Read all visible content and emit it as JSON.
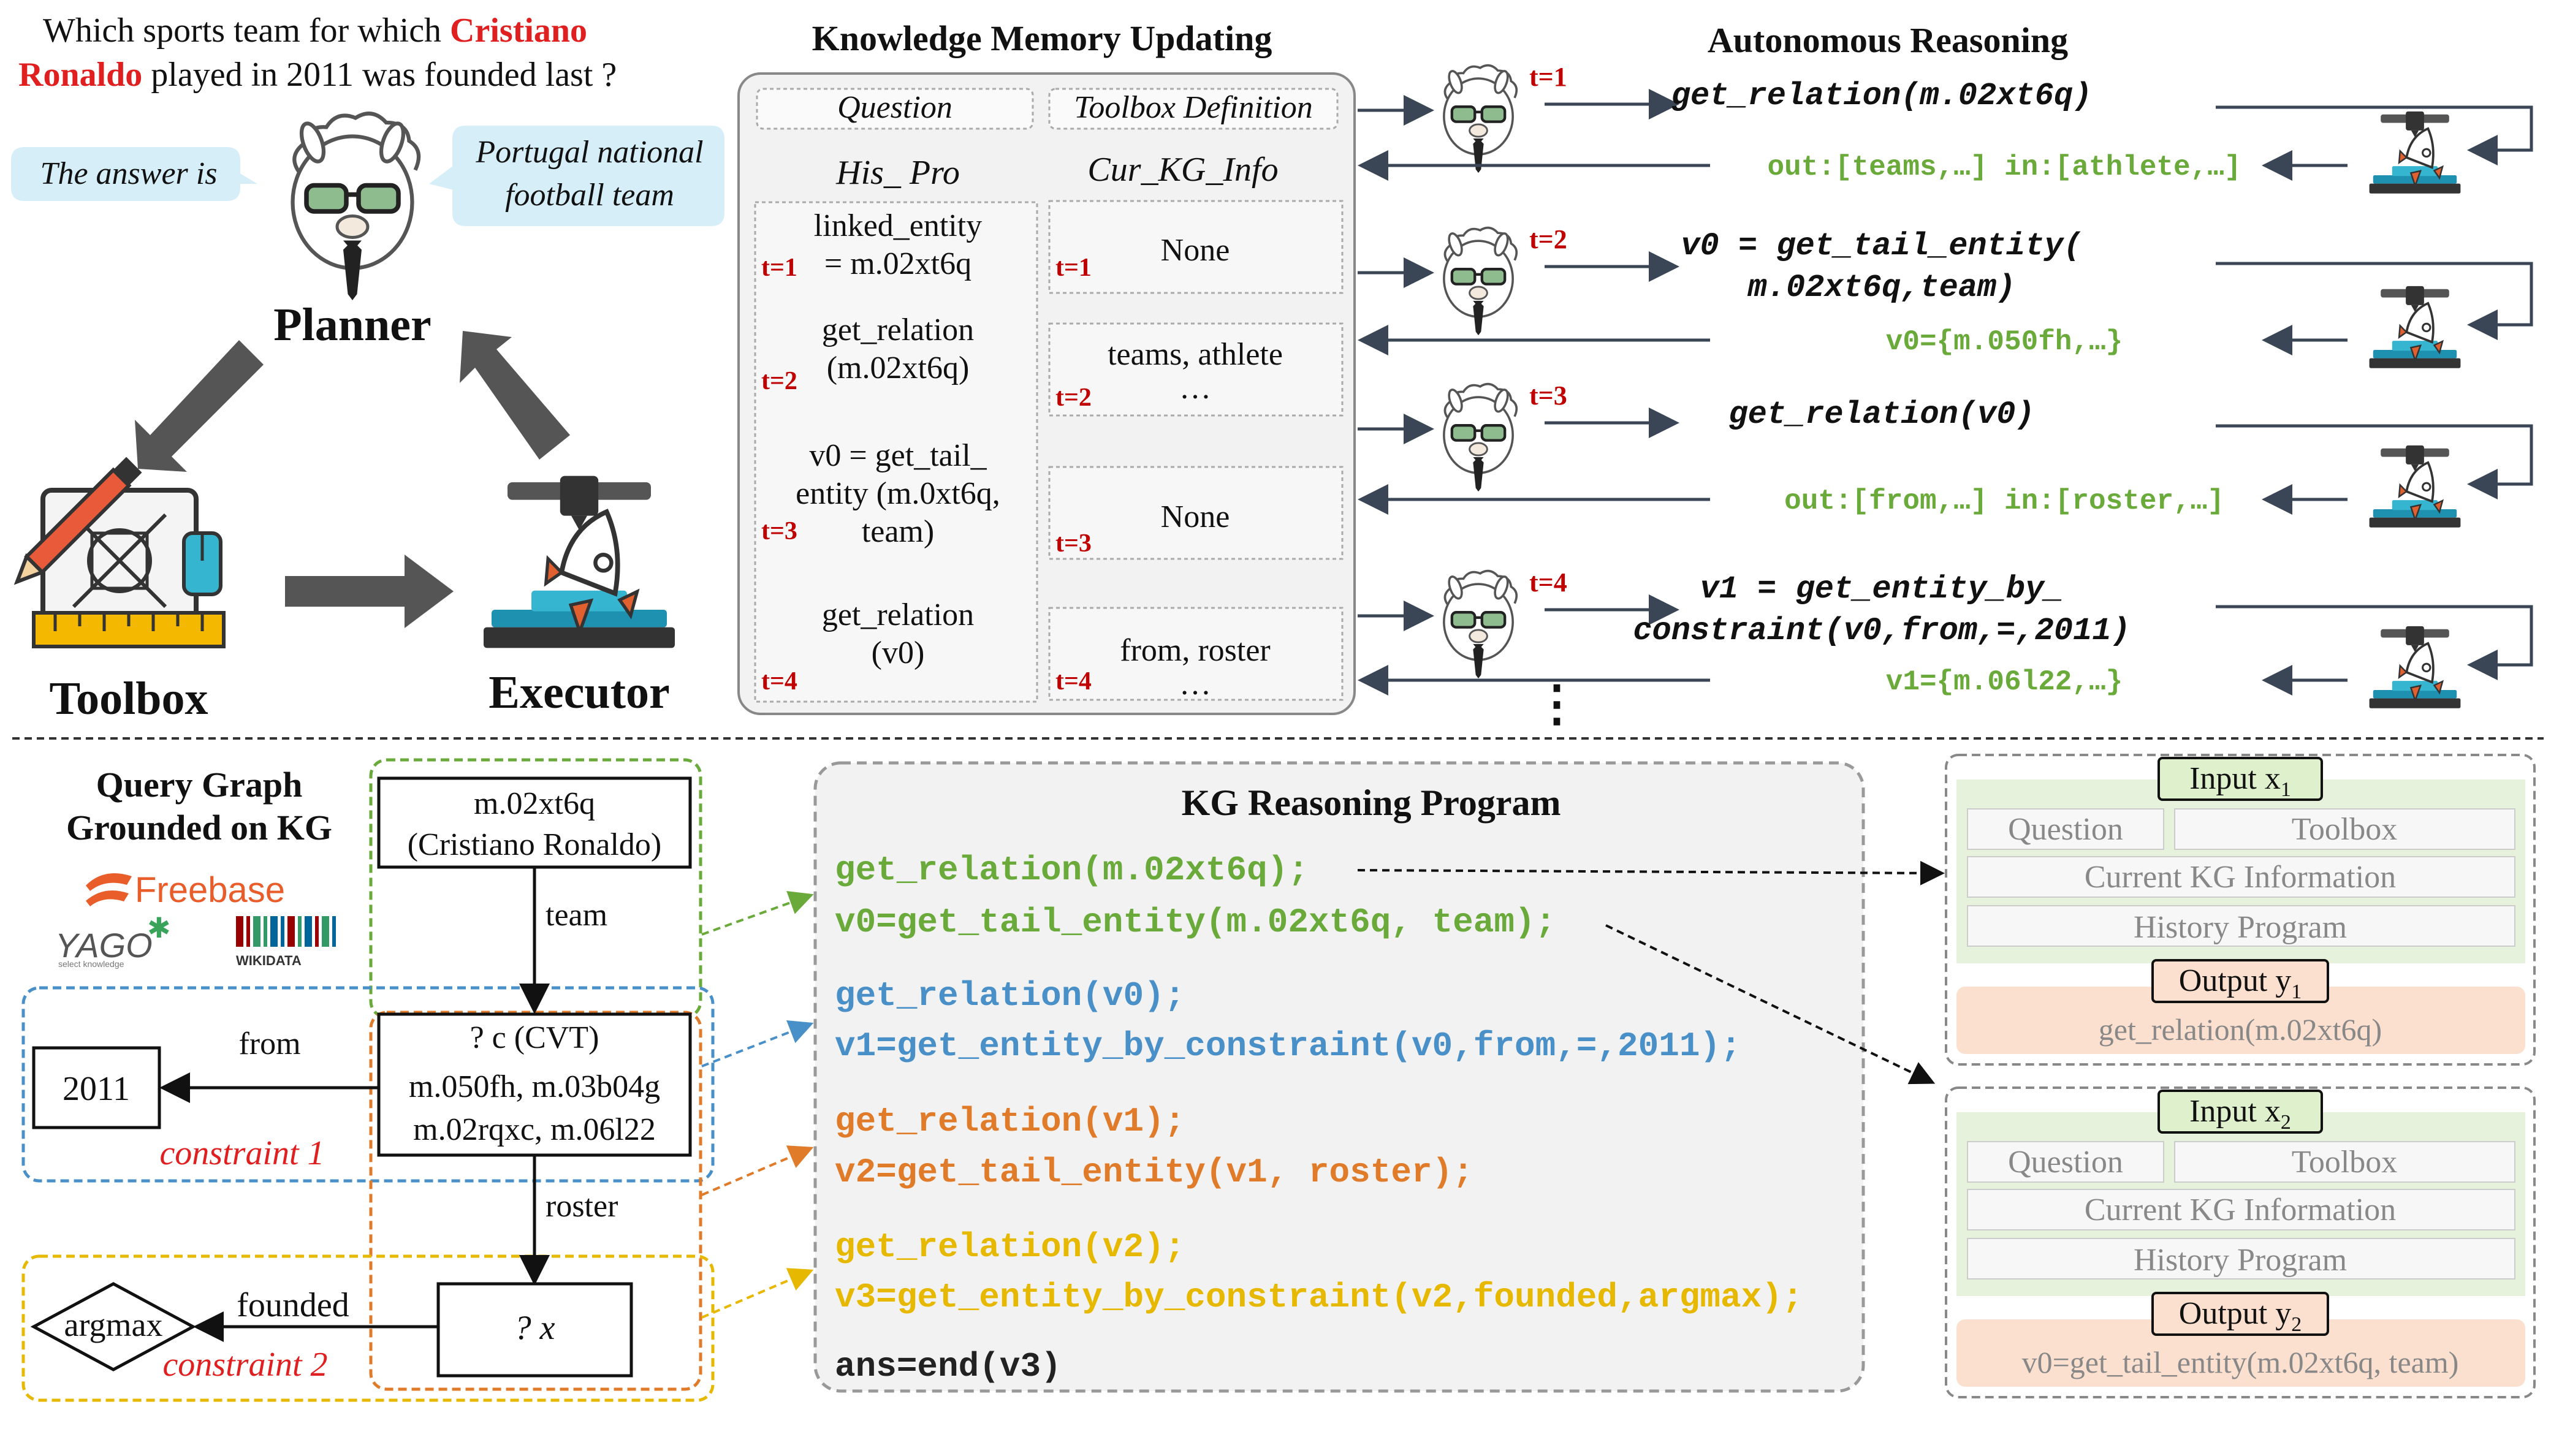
{
  "question": {
    "pre": "Which sports team for which ",
    "name_1": "Cristiano",
    "name_2": "Ronaldo",
    "post": " played in 2011 was founded last ?"
  },
  "planner": {
    "label": "Planner",
    "bubble_left": "The answer is",
    "bubble_right_1": "Portugal national",
    "bubble_right_2": "football team"
  },
  "toolbox_label": "Toolbox",
  "executor_label": "Executor",
  "memory": {
    "title": "Knowledge  Memory Updating",
    "question_head": "Question",
    "toolbox_head": "Toolbox Definition",
    "his_pro_head": "His_ Pro",
    "cur_kg_head": "Cur_KG_Info",
    "his_pro": [
      {
        "t": "t=1",
        "lines": [
          "linked_entity",
          "= m.02xt6q"
        ]
      },
      {
        "t": "t=2",
        "lines": [
          "get_relation",
          "(m.02xt6q)"
        ]
      },
      {
        "t": "t=3",
        "lines": [
          "v0 = get_tail_",
          "entity (m.0xt6q,",
          "team)"
        ]
      },
      {
        "t": "t=4",
        "lines": [
          "get_relation",
          "(v0)"
        ]
      }
    ],
    "cur_kg": [
      {
        "t": "t=1",
        "lines": [
          "None"
        ]
      },
      {
        "t": "t=2",
        "lines": [
          "teams, athlete",
          "…"
        ]
      },
      {
        "t": "t=3",
        "lines": [
          "None"
        ]
      },
      {
        "t": "t=4",
        "lines": [
          "from, roster",
          "…"
        ]
      }
    ]
  },
  "reasoning": {
    "title": "Autonomous Reasoning",
    "steps": [
      {
        "t": "t=1",
        "action": [
          "get_relation(m.02xt6q)"
        ],
        "output": "out:[teams,…] in:[athlete,…]"
      },
      {
        "t": "t=2",
        "action": [
          "v0 = get_tail_entity(",
          "m.02xt6q,team)"
        ],
        "output": "v0={m.050fh,…}"
      },
      {
        "t": "t=3",
        "action": [
          "get_relation(v0)"
        ],
        "output": "out:[from,…] in:[roster,…]"
      },
      {
        "t": "t=4",
        "action": [
          "v1 = get_entity_by_",
          "constraint(v0,from,=,2011)"
        ],
        "output": "v1={m.06l22,…}"
      }
    ],
    "ellipsis": "⋮"
  },
  "query_graph": {
    "title_1": "Query Graph",
    "title_2": "Grounded on KG",
    "logo_freebase": "Freebase",
    "logo_yago": "YAGO",
    "logo_yago_sub": "select knowledge",
    "logo_wikidata": "WIKIDATA",
    "entity_1": "m.02xt6q",
    "entity_2": "(Cristiano Ronaldo)",
    "edge_team": "team",
    "cvt_title": "? c (CVT)",
    "cvt_line_1": "m.050fh, m.03b04g",
    "cvt_line_2": "m.02rqxc, m.06l22",
    "edge_from": "from",
    "year": "2011",
    "constraint_1": "constraint 1",
    "edge_roster": "roster",
    "x_node": "? x",
    "edge_founded": "founded",
    "argmax": "argmax",
    "constraint_2": "constraint 2"
  },
  "program": {
    "title": "KG Reasoning Program",
    "lines": [
      {
        "text": "get_relation(m.02xt6q);",
        "color": "#6aaa3a"
      },
      {
        "text": "v0=get_tail_entity(m.02xt6q, team);",
        "color": "#6aaa3a"
      },
      {
        "text": "get_relation(v0);",
        "color": "#4a90c8"
      },
      {
        "text": "v1=get_entity_by_constraint(v0,from,=,2011);",
        "color": "#4a90c8"
      },
      {
        "text": "get_relation(v1);",
        "color": "#e07b2a"
      },
      {
        "text": "v2=get_tail_entity(v1, roster);",
        "color": "#e07b2a"
      },
      {
        "text": "get_relation(v2);",
        "color": "#e6b800"
      },
      {
        "text": "v3=get_entity_by_constraint(v2,founded,argmax);",
        "color": "#e6b800"
      },
      {
        "text": "ans=end(v3)",
        "color": "#222222"
      }
    ]
  },
  "samples": [
    {
      "input_label": "Input x",
      "input_sub": "1",
      "question": "Question",
      "toolbox": "Toolbox",
      "kg": "Current KG Information",
      "history": "History Program",
      "output_label": "Output y",
      "output_sub": "1",
      "output_value": "get_relation(m.02xt6q)"
    },
    {
      "input_label": "Input x",
      "input_sub": "2",
      "question": "Question",
      "toolbox": "Toolbox",
      "kg": "Current KG Information",
      "history": "History Program",
      "output_label": "Output y",
      "output_sub": "2",
      "output_value": "v0=get_tail_entity(m.02xt6q, team)"
    }
  ],
  "colors": {
    "red": "#e02020",
    "dark_red": "#c00000",
    "green": "#6aaa3a",
    "blue": "#4a90c8",
    "orange": "#e07b2a",
    "yellow": "#e6b800",
    "arrow": "#555555",
    "bubble": "#d6eef8"
  }
}
